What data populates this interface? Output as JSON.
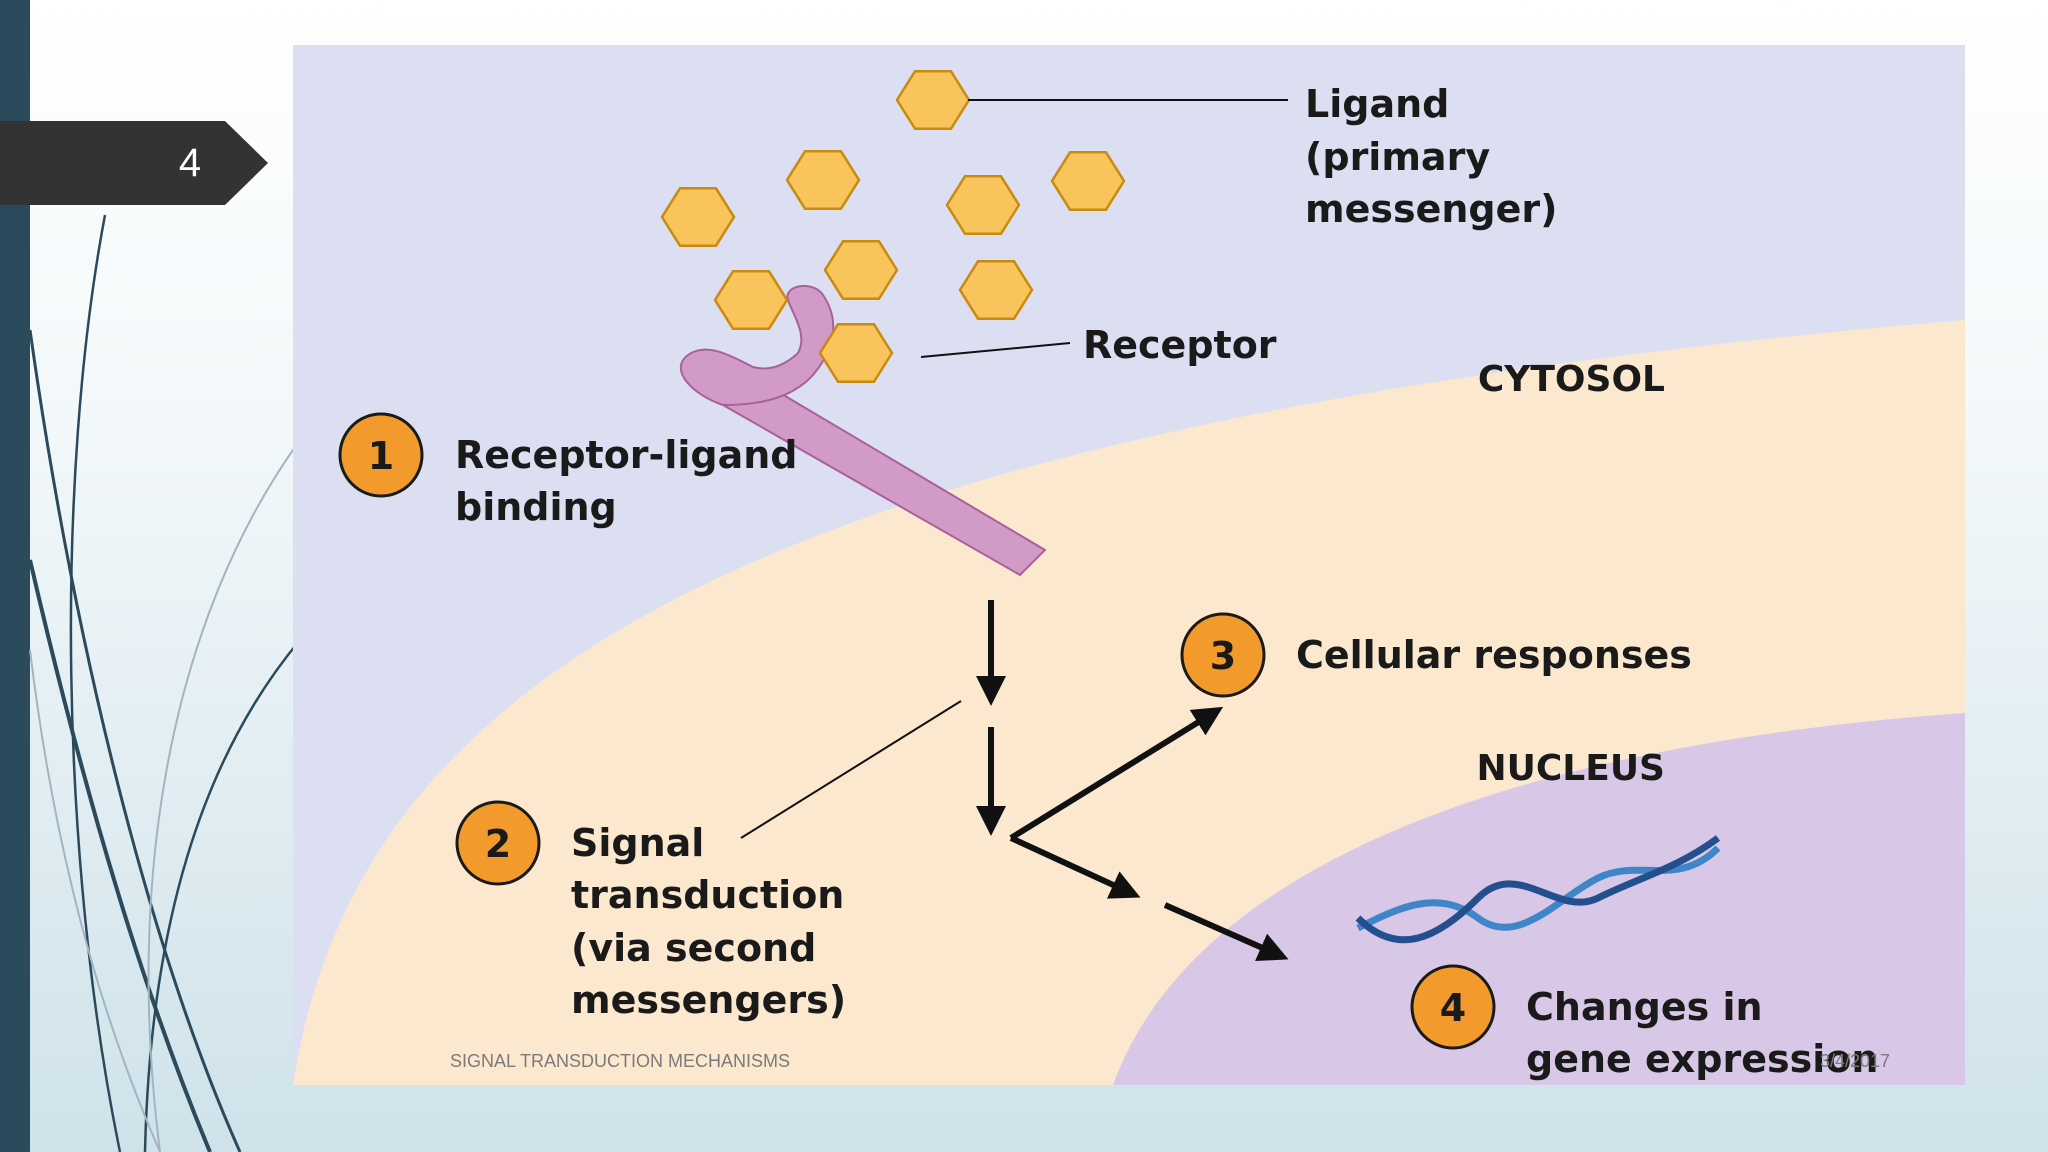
{
  "slide": {
    "number": "4"
  },
  "footer": {
    "title": "SIGNAL TRANSDUCTION MECHANISMS",
    "date": "3/4/2017"
  },
  "diagram": {
    "ligand_label": [
      "Ligand",
      "(primary",
      "messenger)"
    ],
    "receptor_label": "Receptor",
    "compartments": {
      "cytosol": "CYTOSOL",
      "nucleus": "NUCLEUS"
    },
    "steps": [
      {
        "number": "1",
        "lines": [
          "Receptor-ligand",
          "binding"
        ]
      },
      {
        "number": "2",
        "lines": [
          "Signal",
          "transduction",
          "(via second",
          "messengers)"
        ]
      },
      {
        "number": "3",
        "lines": [
          "Cellular responses"
        ]
      },
      {
        "number": "4",
        "lines": [
          "Changes in",
          "gene expression"
        ]
      }
    ],
    "colors": {
      "extracellular": "#dcdff2",
      "cytosol": "#fce8cf",
      "nucleus": "#d8c7e6",
      "ligand": "#f9c45c",
      "ligand_stroke": "#c98a10",
      "receptor": "#d29ac6",
      "receptor_stroke": "#a8619a",
      "step_badge": "#f39a2c",
      "dna": "#3f86c9"
    }
  }
}
